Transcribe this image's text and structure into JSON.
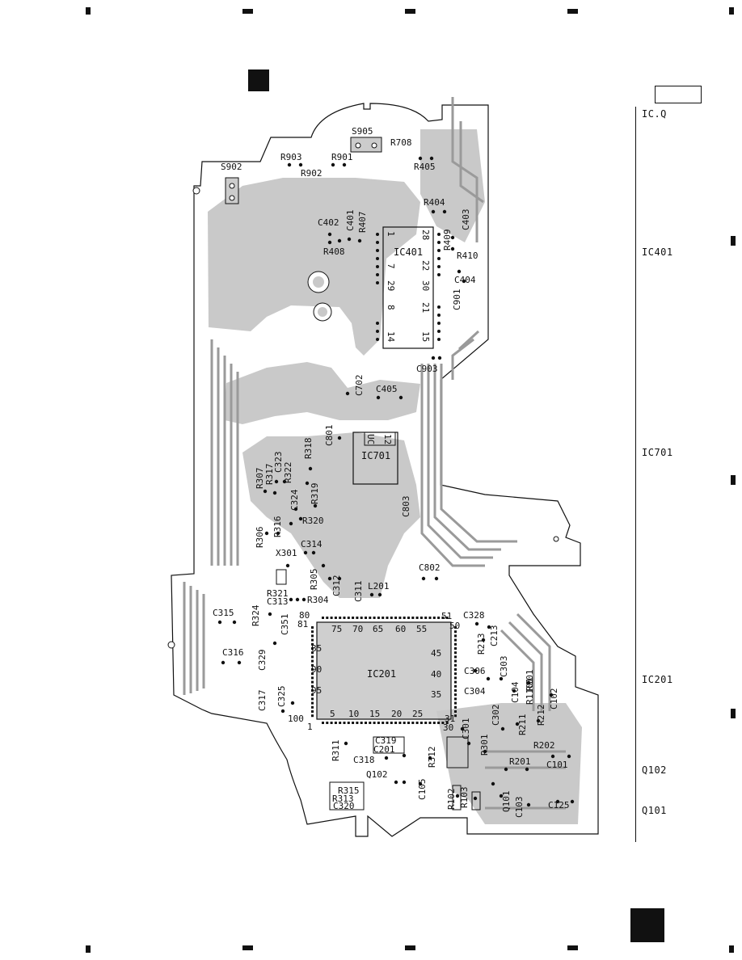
{
  "sheet": {
    "legend_title": "IC.Q",
    "side_index": [
      {
        "label": "IC401"
      },
      {
        "label": "IC701"
      },
      {
        "label": "IC201"
      },
      {
        "label": "Q102"
      },
      {
        "label": "Q101"
      }
    ]
  },
  "ics": {
    "ic401": {
      "name": "IC401",
      "pins": [
        "1",
        "28",
        "7",
        "22",
        "29",
        "30",
        "8",
        "21",
        "14",
        "15"
      ]
    },
    "ic701": {
      "name": "IC701",
      "pins": [
        "UC",
        "12"
      ]
    },
    "ic201": {
      "name": "IC201",
      "pins": [
        "80",
        "75",
        "70",
        "65",
        "60",
        "55",
        "51",
        "50",
        "45",
        "40",
        "35",
        "31",
        "30",
        "25",
        "20",
        "15",
        "10",
        "5",
        "1",
        "100",
        "95",
        "90",
        "85",
        "81"
      ]
    }
  },
  "labels": {
    "s905": "S905",
    "r708": "R708",
    "r903": "R903",
    "r901": "R901",
    "r902": "R902",
    "r405": "R405",
    "s902": "S902",
    "r404": "R404",
    "c403": "C403",
    "c402": "C402",
    "c401": "C401",
    "r407": "R407",
    "r409": "R409",
    "r408": "R408",
    "r410": "R410",
    "c404": "C404",
    "c901": "C901",
    "c903": "C903",
    "c702": "C702",
    "c405": "C405",
    "c801": "C801",
    "r318": "R318",
    "c323": "C323",
    "r322": "R322",
    "r307": "R307",
    "r317": "R317",
    "c324": "C324",
    "r319": "R319",
    "c803": "C803",
    "r316": "R316",
    "r320": "R320",
    "r306": "R306",
    "c314": "C314",
    "x301": "X301",
    "r305": "R305",
    "c312": "C312",
    "c311": "C311",
    "c802": "C802",
    "l201": "L201",
    "r321": "R321",
    "c313": "C313",
    "r304": "R304",
    "c315": "C315",
    "r324": "R324",
    "c351": "C351",
    "c328": "C328",
    "r213": "R213",
    "c213": "C213",
    "c316": "C316",
    "c329": "C329",
    "c306": "C306",
    "c303": "C303",
    "r101": "R101",
    "c304": "C304",
    "c104": "C104",
    "r1101": "R1101",
    "c102": "C102",
    "c317": "C317",
    "c325": "C325",
    "c302": "C302",
    "r211": "R211",
    "r212": "R212",
    "c301": "C301",
    "r202": "R202",
    "r311": "R311",
    "c319": "C319",
    "c201": "C201",
    "c318": "C318",
    "r312": "R312",
    "r301": "R301",
    "r201": "R201",
    "c101": "C101",
    "q102": "Q102",
    "c105": "C105",
    "r315": "R315",
    "r313": "R313",
    "c320": "C320",
    "r102": "R102",
    "r103": "R103",
    "q101": "Q101",
    "c103": "C103",
    "c125": "C125"
  }
}
